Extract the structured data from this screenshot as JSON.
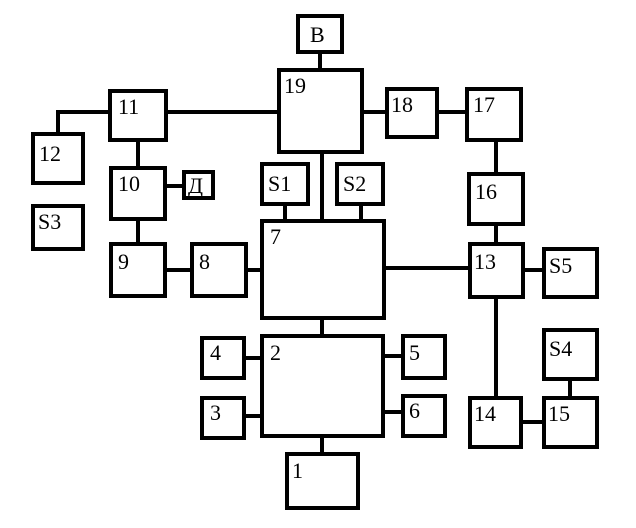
{
  "diagram": {
    "blocks": {
      "b1": "1",
      "b2": "2",
      "b3": "3",
      "b4": "4",
      "b5": "5",
      "b6": "6",
      "b7": "7",
      "b8": "8",
      "b9": "9",
      "b10": "10",
      "b11": "11",
      "b12": "12",
      "b13": "13",
      "b14": "14",
      "b15": "15",
      "b16": "16",
      "b17": "17",
      "b18": "18",
      "b19": "19",
      "bB": "В",
      "bD": "Д",
      "s1": "S1",
      "s2": "S2",
      "s3": "S3",
      "s4": "S4",
      "s5": "S5"
    },
    "connections": [
      [
        "B",
        "19"
      ],
      [
        "19",
        "7"
      ],
      [
        "19",
        "11"
      ],
      [
        "19",
        "18"
      ],
      [
        "18",
        "17"
      ],
      [
        "17",
        "16"
      ],
      [
        "16",
        "13"
      ],
      [
        "11",
        "12"
      ],
      [
        "11",
        "10"
      ],
      [
        "10",
        "Д"
      ],
      [
        "10",
        "9"
      ],
      [
        "9",
        "8"
      ],
      [
        "8",
        "7"
      ],
      [
        "S1",
        "7"
      ],
      [
        "S2",
        "7"
      ],
      [
        "7",
        "13"
      ],
      [
        "13",
        "S5"
      ],
      [
        "13",
        "14"
      ],
      [
        "14",
        "15"
      ],
      [
        "S4",
        "15"
      ],
      [
        "7",
        "2"
      ],
      [
        "4",
        "2"
      ],
      [
        "3",
        "2"
      ],
      [
        "5",
        "2"
      ],
      [
        "6",
        "2"
      ],
      [
        "2",
        "1"
      ]
    ]
  }
}
